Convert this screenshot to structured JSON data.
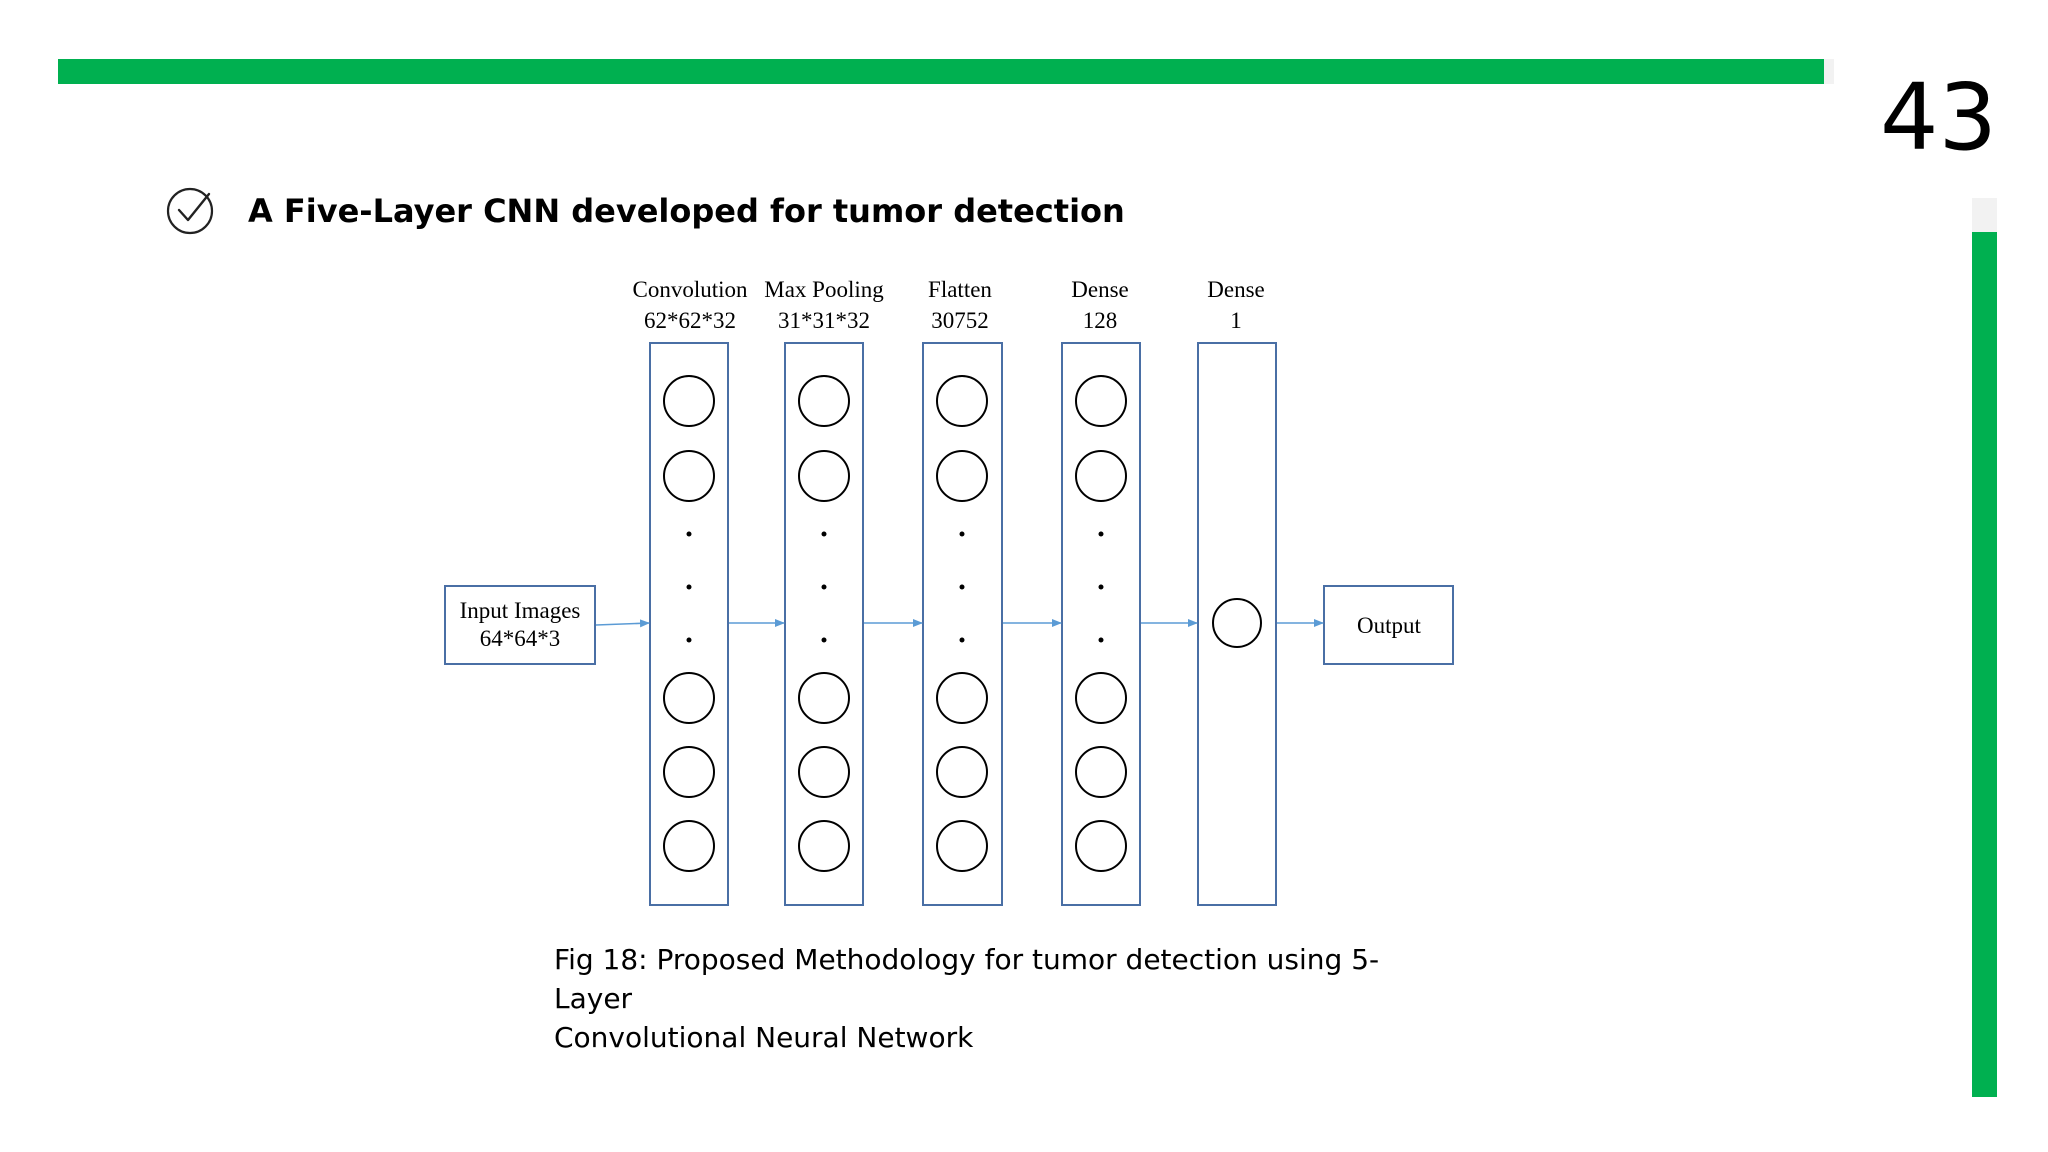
{
  "slide": {
    "page_number": "43",
    "heading": "A Five-Layer CNN developed for tumor detection",
    "heading_icon": "check-circle-icon",
    "accent_color": "#00b050",
    "caption_line1": "Fig 18: Proposed Methodology for tumor detection using 5-Layer",
    "caption_line2": "Convolutional Neural Network"
  },
  "diagram": {
    "input": {
      "line1": "Input Images",
      "line2": "64*64*3"
    },
    "layers": [
      {
        "name": "Convolution",
        "size": "62*62*32"
      },
      {
        "name": "Max Pooling",
        "size": "31*31*32"
      },
      {
        "name": "Flatten",
        "size": "30752"
      },
      {
        "name": "Dense",
        "size": "128"
      },
      {
        "name": "Dense",
        "size": "1"
      }
    ],
    "output": {
      "label": "Output"
    },
    "colors": {
      "box_border": "#4a6fa5",
      "arrow": "#5b9bd5",
      "node": "#000000"
    }
  }
}
